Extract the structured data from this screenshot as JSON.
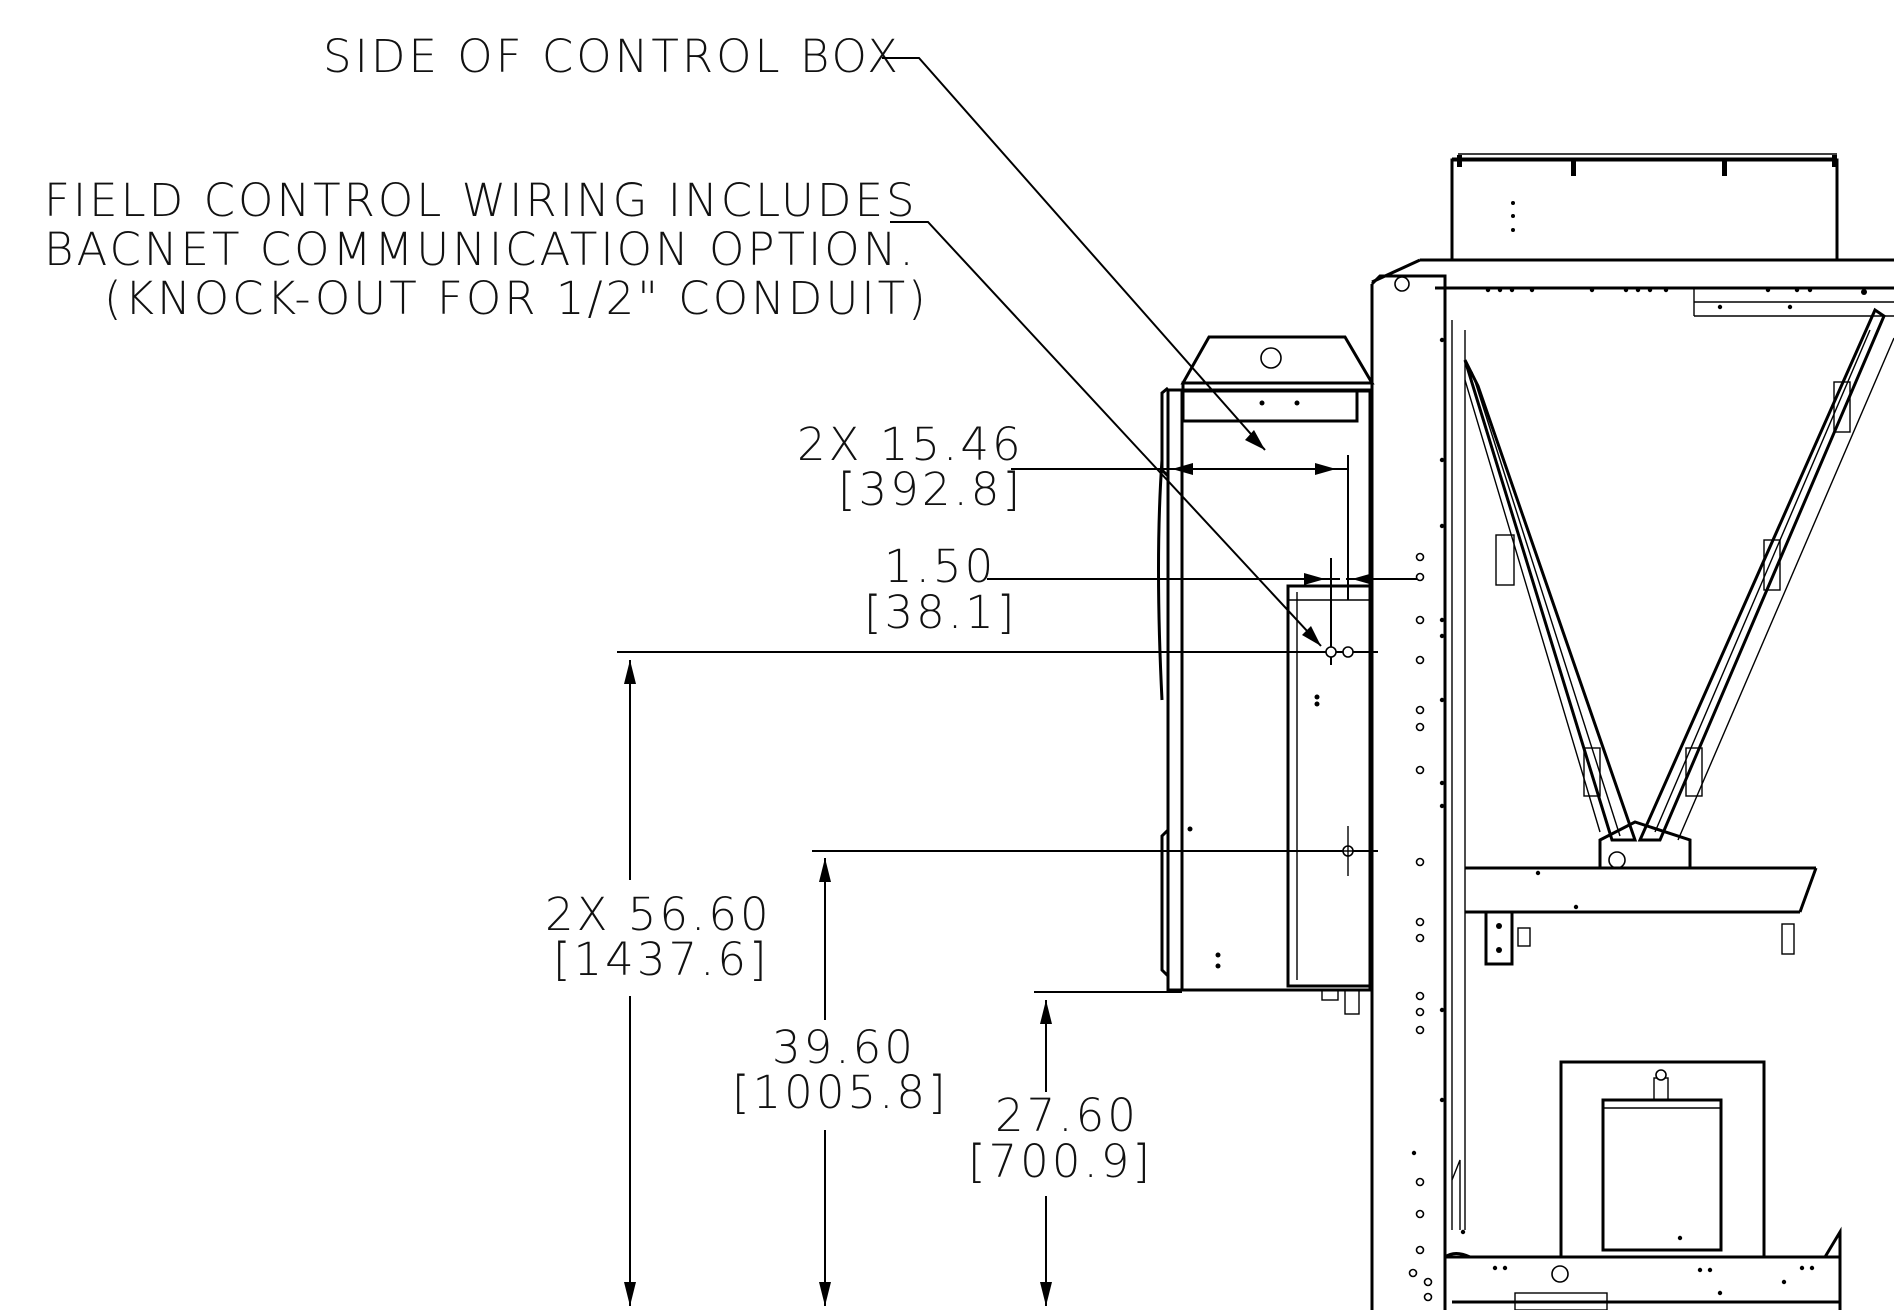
{
  "notes": {
    "control_box_side": "SIDE OF CONTROL BOX",
    "field_wiring_line1": "FIELD CONTROL WIRING INCLUDES",
    "field_wiring_line2": "BACNET COMMUNICATION OPTION.",
    "field_wiring_line3": "(KNOCK-OUT FOR 1/2\" CONDUIT)"
  },
  "dimensions": {
    "width_box": {
      "inch": "2X 15.46",
      "mm": "[392.8]"
    },
    "offset": {
      "inch": "1.50",
      "mm": "[38.1]"
    },
    "height_top": {
      "inch": "2X 56.60",
      "mm": "[1437.6]"
    },
    "height_mid": {
      "inch": "39.60",
      "mm": "[1005.8]"
    },
    "height_low": {
      "inch": "27.60",
      "mm": "[700.9]"
    }
  },
  "colors": {
    "ink": "#000000",
    "paper": "#ffffff"
  }
}
